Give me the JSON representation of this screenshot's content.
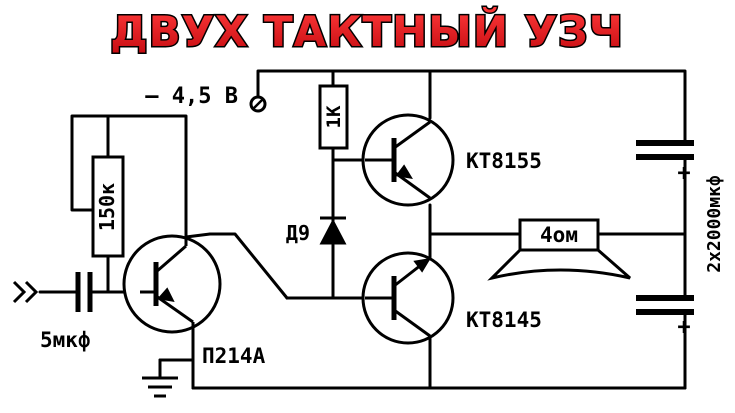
{
  "title": "ДВУХ ТАКТНЫЙ УЗЧ",
  "colors": {
    "title_fill": "#e0141b",
    "title_outline": "#000000",
    "wire": "#000000",
    "background": "#ffffff"
  },
  "labels": {
    "supply": "– 4,5 В",
    "input_cap": "5мкф",
    "bias_resistor": "150к",
    "collector_resistor": "1К",
    "diode": "Д9",
    "upper_transistor": "КТ8155",
    "lower_transistor": "КТ8145",
    "input_transistor": "П214А",
    "speaker": "4ом",
    "output_caps": "2х2000мкф",
    "cap_plus": "+"
  },
  "icons": {
    "input": "input-arrow-icon",
    "ground": "ground-icon",
    "supply_terminal": "terminal-icon",
    "speaker": "speaker-icon"
  }
}
